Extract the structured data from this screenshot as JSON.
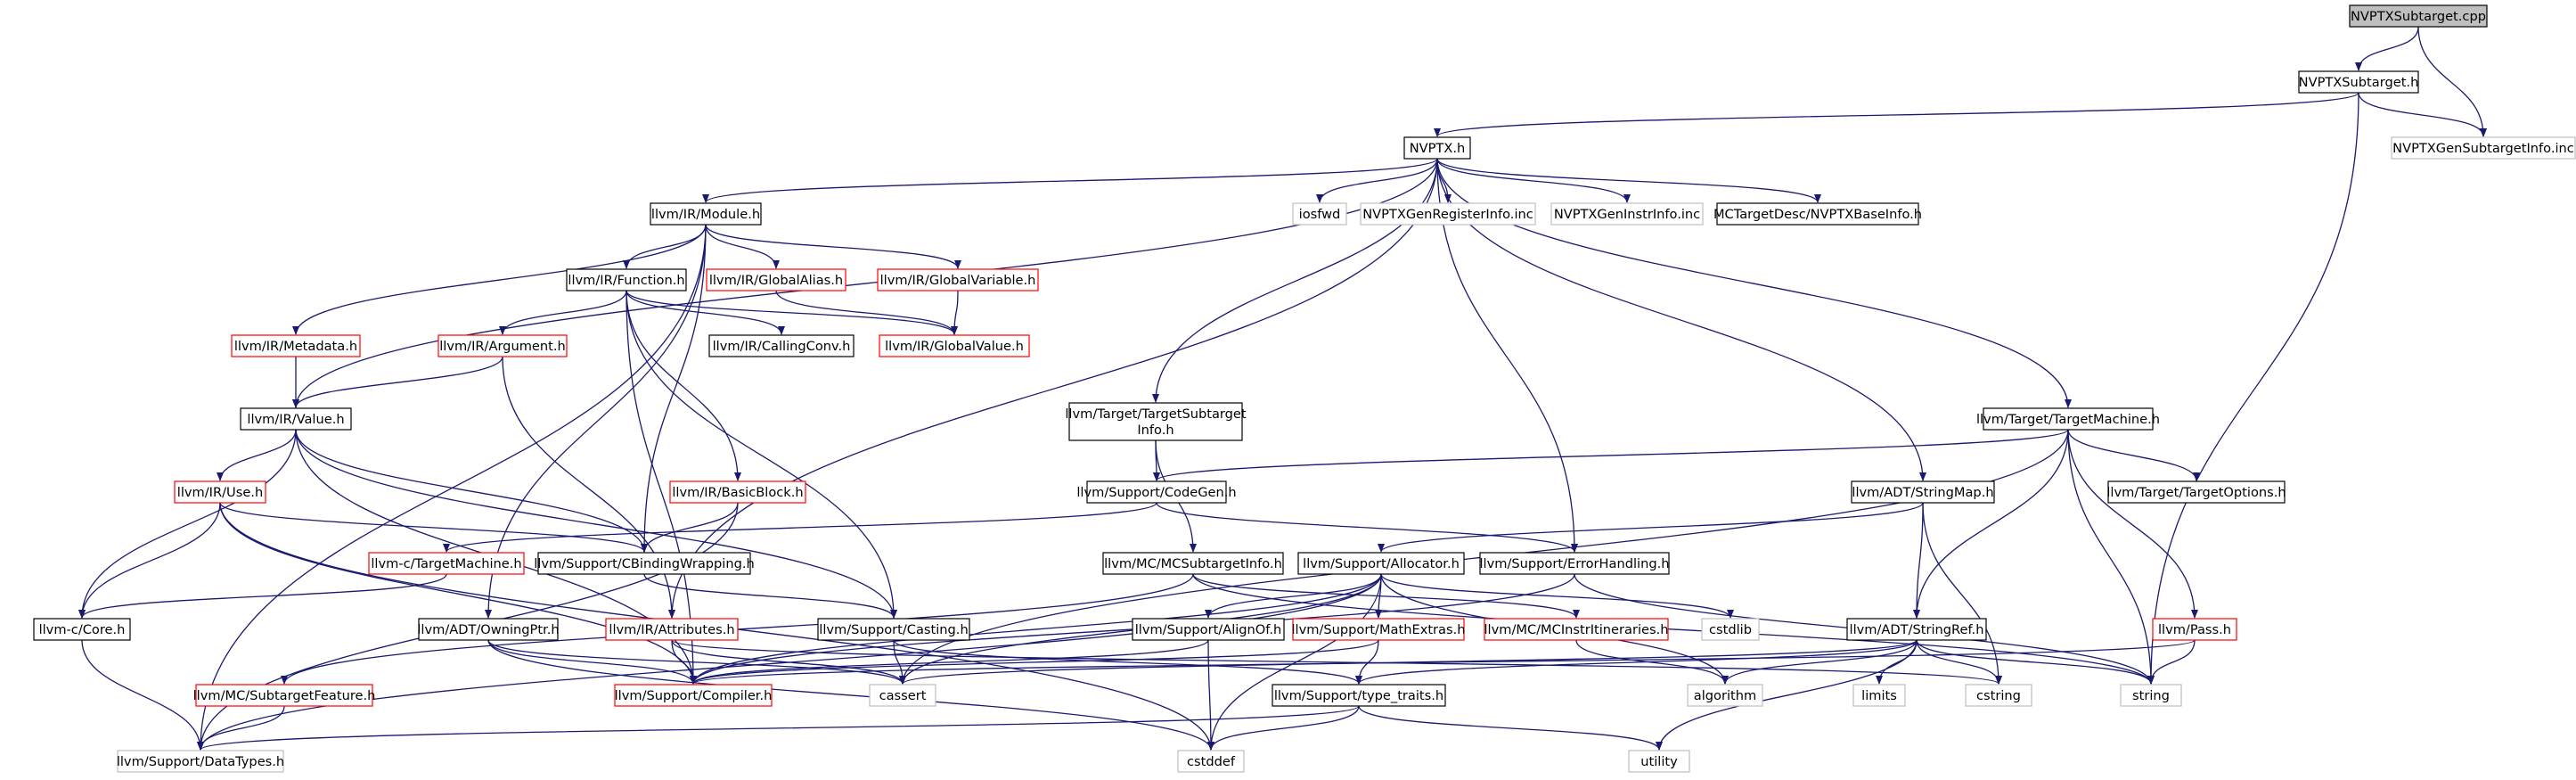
{
  "colors": {
    "edge": "#191970",
    "node_border_black": "#000000",
    "node_border_red": "#ff0000",
    "node_border_gray": "#bfbfbf",
    "root_fill": "#bfbfbf",
    "text": "#000000"
  },
  "nodes": [
    {
      "id": "n0",
      "label": "NVPTXSubtarget.cpp",
      "style": "root"
    },
    {
      "id": "n1",
      "label": "NVPTXSubtarget.h",
      "style": "black"
    },
    {
      "id": "n2",
      "label": "NVPTXGenSubtargetInfo.inc",
      "style": "gray"
    },
    {
      "id": "n3",
      "label": "NVPTX.h",
      "style": "black"
    },
    {
      "id": "n4",
      "label": "llvm/IR/Module.h",
      "style": "black"
    },
    {
      "id": "n5",
      "label": "iosfwd",
      "style": "gray"
    },
    {
      "id": "n6",
      "label": "NVPTXGenRegisterInfo.inc",
      "style": "gray"
    },
    {
      "id": "n7",
      "label": "NVPTXGenInstrInfo.inc",
      "style": "gray"
    },
    {
      "id": "n8",
      "label": "MCTargetDesc/NVPTXBaseInfo.h",
      "style": "black"
    },
    {
      "id": "n9",
      "label": "llvm/IR/Function.h",
      "style": "black"
    },
    {
      "id": "n10",
      "label": "llvm/IR/GlobalAlias.h",
      "style": "red"
    },
    {
      "id": "n11",
      "label": "llvm/IR/GlobalVariable.h",
      "style": "red"
    },
    {
      "id": "n12",
      "label": "llvm/IR/Metadata.h",
      "style": "red"
    },
    {
      "id": "n13",
      "label": "llvm/IR/Argument.h",
      "style": "red"
    },
    {
      "id": "n14",
      "label": "llvm/IR/CallingConv.h",
      "style": "black"
    },
    {
      "id": "n15",
      "label": "llvm/IR/GlobalValue.h",
      "style": "red"
    },
    {
      "id": "n16",
      "label": "llvm/IR/Value.h",
      "style": "black"
    },
    {
      "id": "n17",
      "label": "llvm/Target/TargetSubtarget Info.h",
      "style": "black"
    },
    {
      "id": "n18",
      "label": "llvm/Target/TargetMachine.h",
      "style": "black"
    },
    {
      "id": "n19",
      "label": "llvm/IR/Use.h",
      "style": "red"
    },
    {
      "id": "n20",
      "label": "llvm/IR/BasicBlock.h",
      "style": "red"
    },
    {
      "id": "n21",
      "label": "llvm/Support/CodeGen.h",
      "style": "black"
    },
    {
      "id": "n22",
      "label": "llvm/ADT/StringMap.h",
      "style": "black"
    },
    {
      "id": "n23",
      "label": "llvm/Target/TargetOptions.h",
      "style": "black"
    },
    {
      "id": "n24",
      "label": "llvm-c/TargetMachine.h",
      "style": "red"
    },
    {
      "id": "n25",
      "label": "llvm/Support/CBindingWrapping.h",
      "style": "black"
    },
    {
      "id": "n26",
      "label": "llvm/MC/MCSubtargetInfo.h",
      "style": "black"
    },
    {
      "id": "n27",
      "label": "llvm/Support/Allocator.h",
      "style": "black"
    },
    {
      "id": "n28",
      "label": "llvm/Support/ErrorHandling.h",
      "style": "black"
    },
    {
      "id": "n29",
      "label": "llvm-c/Core.h",
      "style": "black"
    },
    {
      "id": "n30",
      "label": "llvm/ADT/OwningPtr.h",
      "style": "black"
    },
    {
      "id": "n31",
      "label": "llvm/IR/Attributes.h",
      "style": "red"
    },
    {
      "id": "n32",
      "label": "llvm/Support/Casting.h",
      "style": "black"
    },
    {
      "id": "n33",
      "label": "llvm/Support/AlignOf.h",
      "style": "black"
    },
    {
      "id": "n34",
      "label": "llvm/Support/MathExtras.h",
      "style": "red"
    },
    {
      "id": "n35",
      "label": "llvm/MC/MCInstrItineraries.h",
      "style": "red"
    },
    {
      "id": "n36",
      "label": "cstdlib",
      "style": "gray"
    },
    {
      "id": "n37",
      "label": "llvm/ADT/StringRef.h",
      "style": "black"
    },
    {
      "id": "n38",
      "label": "llvm/Pass.h",
      "style": "red"
    },
    {
      "id": "n39",
      "label": "llvm/MC/SubtargetFeature.h",
      "style": "red"
    },
    {
      "id": "n40",
      "label": "llvm/Support/Compiler.h",
      "style": "red"
    },
    {
      "id": "n41",
      "label": "cassert",
      "style": "gray"
    },
    {
      "id": "n42",
      "label": "algorithm",
      "style": "gray"
    },
    {
      "id": "n43",
      "label": "limits",
      "style": "gray"
    },
    {
      "id": "n44",
      "label": "cstring",
      "style": "gray"
    },
    {
      "id": "n45",
      "label": "string",
      "style": "gray"
    },
    {
      "id": "n46",
      "label": "llvm/Support/type_traits.h",
      "style": "black"
    },
    {
      "id": "n47",
      "label": "llvm/Support/DataTypes.h",
      "style": "gray"
    },
    {
      "id": "n48",
      "label": "cstddef",
      "style": "gray"
    },
    {
      "id": "n49",
      "label": "utility",
      "style": "gray"
    }
  ],
  "edges": [
    [
      "n0",
      "n1"
    ],
    [
      "n0",
      "n2"
    ],
    [
      "n1",
      "n2"
    ],
    [
      "n1",
      "n3"
    ],
    [
      "n1",
      "n45"
    ],
    [
      "n3",
      "n4"
    ],
    [
      "n3",
      "n5"
    ],
    [
      "n3",
      "n6"
    ],
    [
      "n3",
      "n7"
    ],
    [
      "n3",
      "n8"
    ],
    [
      "n3",
      "n16"
    ],
    [
      "n3",
      "n17"
    ],
    [
      "n3",
      "n18"
    ],
    [
      "n3",
      "n22"
    ],
    [
      "n3",
      "n28"
    ],
    [
      "n3",
      "n31"
    ],
    [
      "n4",
      "n9"
    ],
    [
      "n4",
      "n10"
    ],
    [
      "n4",
      "n11"
    ],
    [
      "n4",
      "n12"
    ],
    [
      "n4",
      "n30"
    ],
    [
      "n4",
      "n25"
    ],
    [
      "n4",
      "n47"
    ],
    [
      "n9",
      "n13"
    ],
    [
      "n9",
      "n14"
    ],
    [
      "n9",
      "n15"
    ],
    [
      "n9",
      "n20"
    ],
    [
      "n9",
      "n32"
    ],
    [
      "n9",
      "n40"
    ],
    [
      "n10",
      "n15"
    ],
    [
      "n11",
      "n15"
    ],
    [
      "n12",
      "n16"
    ],
    [
      "n13",
      "n16"
    ],
    [
      "n13",
      "n31"
    ],
    [
      "n16",
      "n19"
    ],
    [
      "n16",
      "n25"
    ],
    [
      "n16",
      "n29"
    ],
    [
      "n16",
      "n40"
    ],
    [
      "n16",
      "n32"
    ],
    [
      "n19",
      "n25"
    ],
    [
      "n19",
      "n29"
    ],
    [
      "n19",
      "n40"
    ],
    [
      "n19",
      "n48"
    ],
    [
      "n20",
      "n25"
    ],
    [
      "n20",
      "n47"
    ],
    [
      "n17",
      "n21"
    ],
    [
      "n17",
      "n26"
    ],
    [
      "n18",
      "n21"
    ],
    [
      "n18",
      "n23"
    ],
    [
      "n18",
      "n37"
    ],
    [
      "n18",
      "n38"
    ],
    [
      "n18",
      "n41"
    ],
    [
      "n18",
      "n45"
    ],
    [
      "n21",
      "n24"
    ],
    [
      "n21",
      "n28"
    ],
    [
      "n22",
      "n27"
    ],
    [
      "n22",
      "n37"
    ],
    [
      "n22",
      "n44"
    ],
    [
      "n24",
      "n29"
    ],
    [
      "n25",
      "n32"
    ],
    [
      "n26",
      "n35"
    ],
    [
      "n26",
      "n39"
    ],
    [
      "n26",
      "n45"
    ],
    [
      "n27",
      "n33"
    ],
    [
      "n27",
      "n34"
    ],
    [
      "n27",
      "n36"
    ],
    [
      "n27",
      "n40"
    ],
    [
      "n27",
      "n41"
    ],
    [
      "n27",
      "n42"
    ],
    [
      "n27",
      "n48"
    ],
    [
      "n27",
      "n47"
    ],
    [
      "n28",
      "n40"
    ],
    [
      "n28",
      "n45"
    ],
    [
      "n29",
      "n47"
    ],
    [
      "n30",
      "n40"
    ],
    [
      "n30",
      "n41"
    ],
    [
      "n30",
      "n48"
    ],
    [
      "n31",
      "n40"
    ],
    [
      "n31",
      "n41"
    ],
    [
      "n31",
      "n44"
    ],
    [
      "n32",
      "n41"
    ],
    [
      "n32",
      "n46"
    ],
    [
      "n33",
      "n40"
    ],
    [
      "n33",
      "n48"
    ],
    [
      "n34",
      "n40"
    ],
    [
      "n34",
      "n46"
    ],
    [
      "n35",
      "n42"
    ],
    [
      "n37",
      "n41"
    ],
    [
      "n37",
      "n42"
    ],
    [
      "n37",
      "n43"
    ],
    [
      "n37",
      "n44"
    ],
    [
      "n37",
      "n45"
    ],
    [
      "n37",
      "n46"
    ],
    [
      "n37",
      "n49"
    ],
    [
      "n38",
      "n45"
    ],
    [
      "n38",
      "n40"
    ],
    [
      "n39",
      "n47"
    ],
    [
      "n46",
      "n47"
    ],
    [
      "n46",
      "n48"
    ],
    [
      "n46",
      "n49"
    ]
  ]
}
